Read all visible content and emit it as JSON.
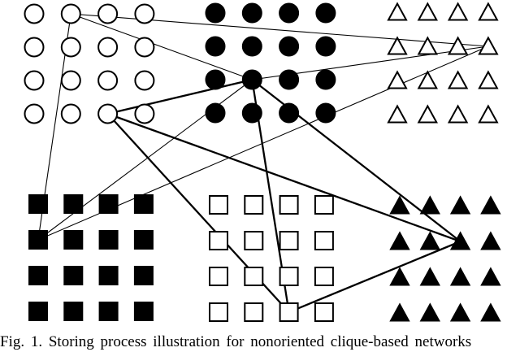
{
  "figure": {
    "caption": "Fig. 1.    Storing process illustration for nonoriented clique-based networks",
    "clusters": [
      {
        "name": "open-circles",
        "shape": "circle",
        "filled": false,
        "rows": 4,
        "cols": 4
      },
      {
        "name": "filled-circles",
        "shape": "circle",
        "filled": true,
        "rows": 4,
        "cols": 4
      },
      {
        "name": "open-triangles",
        "shape": "triangle",
        "filled": false,
        "rows": 4,
        "cols": 4
      },
      {
        "name": "filled-squares",
        "shape": "square",
        "filled": true,
        "rows": 4,
        "cols": 4
      },
      {
        "name": "open-squares",
        "shape": "square",
        "filled": false,
        "rows": 4,
        "cols": 4
      },
      {
        "name": "filled-triangles",
        "shape": "triangle",
        "filled": true,
        "rows": 4,
        "cols": 4
      }
    ],
    "cliques": [
      {
        "name": "thin-clique",
        "nodes": [
          {
            "cluster": 0,
            "row": 0,
            "col": 1
          },
          {
            "cluster": 1,
            "row": 2,
            "col": 1
          },
          {
            "cluster": 2,
            "row": 1,
            "col": 3
          },
          {
            "cluster": 3,
            "row": 1,
            "col": 0
          }
        ]
      },
      {
        "name": "thick-clique",
        "nodes": [
          {
            "cluster": 0,
            "row": 3,
            "col": 2
          },
          {
            "cluster": 1,
            "row": 2,
            "col": 1
          },
          {
            "cluster": 5,
            "row": 1,
            "col": 2
          },
          {
            "cluster": 4,
            "row": 3,
            "col": 2
          }
        ]
      }
    ]
  }
}
